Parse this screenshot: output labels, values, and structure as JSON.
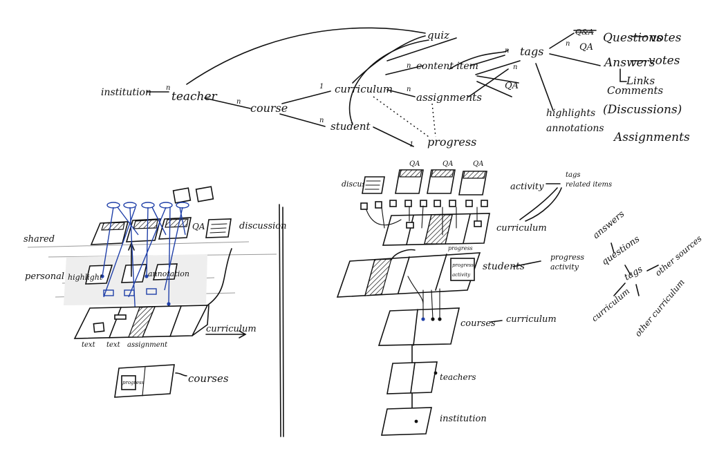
{
  "concept_map": {
    "institution": "institution",
    "teacher": "teacher",
    "course": "course",
    "curriculum": "curriculum",
    "student": "student",
    "quiz": "quiz",
    "content_item": "content item",
    "assignments": "assignments",
    "progress": "progress",
    "tags": "tags",
    "qa_struck": "Q&A",
    "qa": "QA",
    "qa_mid": "QA",
    "highlights": "highlights",
    "annotations": "annotations",
    "mult_n": "n",
    "mult_1": "1",
    "questions": "Questions",
    "votes1": "votes",
    "answers": "Answers",
    "votes2": "votes",
    "links": "Links",
    "comments": "Comments",
    "discussions": "(Discussions)",
    "assignments_list": "Assignments"
  },
  "left_sketch": {
    "shared": "shared",
    "personal": "personal",
    "highlight": "highlight",
    "annotation": "annotation",
    "qa": "QA",
    "discussion": "discussion",
    "curriculum": "curriculum",
    "text1": "text",
    "text2": "text",
    "assignment": "assignment",
    "courses": "courses",
    "progress": "progress"
  },
  "right_sketch": {
    "discussion": "discussion",
    "qa1": "QA",
    "qa2": "QA",
    "qa3": "QA",
    "activity": "activity",
    "tags": "tags",
    "related_items": "related items",
    "curriculum": "curriculum",
    "progress_box": "progress",
    "activity_box": "activity",
    "students": "students",
    "progress_activity_1": "progress",
    "progress_activity_2": "activity",
    "courses": "courses",
    "curriculum2": "curriculum",
    "teachers": "teachers",
    "institution": "institution"
  },
  "tag_cluster": {
    "answers": "answers",
    "questions": "questions",
    "tags": "tags",
    "other_sources": "other sources",
    "curriculum": "curriculum",
    "other_curriculum": "other curriculum"
  }
}
